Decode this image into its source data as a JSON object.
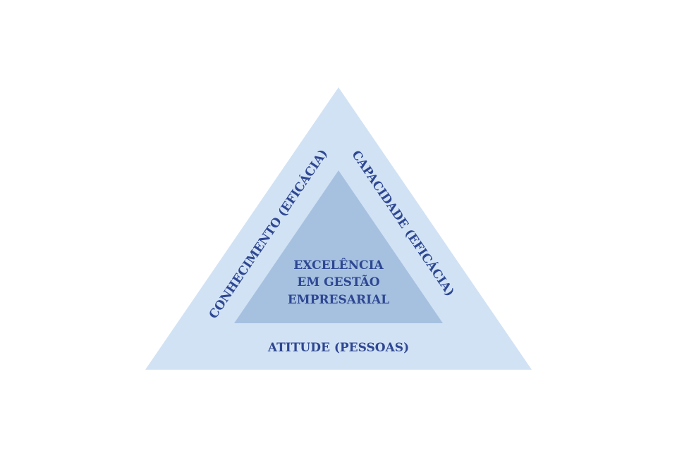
{
  "diagram": {
    "center_lines": [
      "EXCELÊNCIA",
      "EM GESTÃO",
      "EMPRESARIAL"
    ],
    "left_side": "CONHECIMENTO (EFICÁCIA)",
    "right_side": "CAPACIDADE (EFICÁCIA)",
    "bottom": "ATITUDE (PESSOAS)"
  },
  "colors": {
    "outer_fill": "#d1e2f4",
    "inner_fill": "#a6c1e0",
    "text": "#2e4792"
  }
}
